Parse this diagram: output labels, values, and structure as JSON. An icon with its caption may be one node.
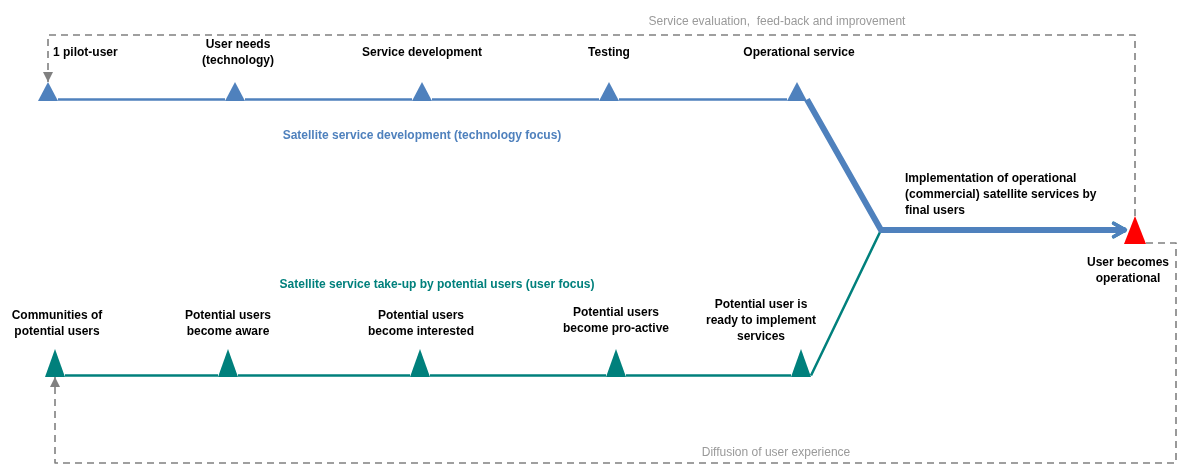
{
  "diagram": {
    "nodes": [
      {
        "text": [],
        "shape": "triangle",
        "beside": [
          "1 pilot-user"
        ]
      },
      {
        "text": [],
        "shape": "triangle",
        "beside": [
          "User needs (technology)"
        ]
      },
      {
        "text": [],
        "shape": "triangle",
        "beside": [
          "Service development"
        ]
      },
      {
        "text": [],
        "shape": "triangle",
        "beside": [
          "Testing"
        ]
      },
      {
        "text": [],
        "shape": "triangle",
        "beside": [
          "Operational service"
        ]
      },
      {
        "text": [],
        "shape": "triangle",
        "beside": [
          "User becomes operational"
        ]
      },
      {
        "text": [],
        "shape": "triangle",
        "beside": [
          "Communities of potential users"
        ]
      },
      {
        "text": [],
        "shape": "triangle",
        "beside": [
          "Potential users become aware"
        ]
      },
      {
        "text": [],
        "shape": "triangle",
        "beside": [
          "Potential users become interested"
        ]
      },
      {
        "text": [],
        "shape": "triangle",
        "beside": [
          "Potential users become pro-active"
        ]
      },
      {
        "text": [],
        "shape": "triangle",
        "beside": [
          "Potential user is ready to implement services"
        ]
      }
    ],
    "edges": [
      {
        "from": 0,
        "to": 1,
        "arrow": "none",
        "color": "#4f81bd"
      },
      {
        "from": 1,
        "to": 2,
        "arrow": "none",
        "color": "#4f81bd"
      },
      {
        "from": 2,
        "to": 3,
        "arrow": "none",
        "color": "#4f81bd"
      },
      {
        "from": 3,
        "to": 4,
        "arrow": "none",
        "color": "#4f81bd"
      },
      {
        "from": 6,
        "to": 7,
        "arrow": "none",
        "color": "#00807c"
      },
      {
        "from": 7,
        "to": 8,
        "arrow": "none",
        "color": "#00807c"
      },
      {
        "from": 8,
        "to": 9,
        "arrow": "none",
        "color": "#00807c"
      },
      {
        "from": 9,
        "to": 10,
        "arrow": "none",
        "color": "#00807c"
      },
      {
        "from": 4,
        "to": 5,
        "arrow": "to",
        "style": "thick",
        "color": "#4f81bd"
      },
      {
        "from": 10,
        "to": 5,
        "arrow": "to",
        "color": "#00807c"
      },
      {
        "from": 5,
        "to": 0,
        "arrow": "to",
        "style": "dashed",
        "color": "#808080",
        "label": "Service evaluation,  feed-back and improvement"
      },
      {
        "from": 5,
        "to": 6,
        "arrow": "to",
        "style": "dashed",
        "color": "#808080",
        "label": "Diffusion of user experience"
      }
    ],
    "labels": [
      "Satellite service development (technology focus)",
      "Implementation of operational (commercial) satellite services by final users",
      "Satellite service take-up by potential users (user focus)"
    ]
  }
}
